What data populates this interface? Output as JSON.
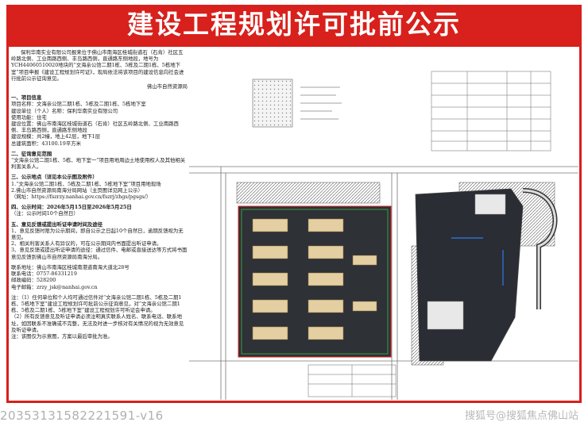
{
  "banner": {
    "title": "建设工程规划许可批前公示"
  },
  "notice": {
    "intro": "保利华南实业有限公司报来位于佛山市南海区桂城街道石（石肯）社区五岭路北侧、工业南路西侧、丰岛路西侧，直通路东侧地段，地号为YCH44060510020地块的“文海亲公馆二期1栋、5栋及二期1栋、5栋地下室”项目申报《建设工程规划许可证》，现局依法将该项目的建设信息向社会进行批前公示征询意见。",
    "issuer": "佛山市自然资源局",
    "sec1_title": "一、项目信息",
    "sec1_lines": [
      "项目名称：文海亲公馆二期1栋、5栋及二期1栋、5栋地下室",
      "建设单位（个人）名称：保利华南实业有限公司",
      "使用功能：住宅",
      "建设位置：佛山市南海区桂城街道石（石肯）社区五岭路北侧、工业南路西侧、丰岛路西侧，直通路东侧地段",
      "建设规模：共2幢，地上42层，地下1层",
      "总建筑面积：43100.19平方米"
    ],
    "sec2_title": "二、征询意见范围",
    "sec2_body": "“文海亲公馆二期1栋、5栋、地下室一”项目用地周边土地使用权人及其他相关利害关系人。",
    "sec3_title": "三、公示地点（详见本公示图及附件）",
    "sec3_lines": [
      "1.“文海亲公馆二期1栋、5栋及二期1栋、5栋地下室”项目用地现场",
      "2.佛山市自然资源局南海分局网站（主页图详见网上公示）",
      "（网址：https://fszrzy.nanhai.gov.cn/fszrj/zhgs/pgsgs/）"
    ],
    "sec4_line": "四、公示时间：2026年5月15日至2026年5月25日",
    "sec4_note": "（注：公示时间10个自然日）",
    "sec5_title": "五、意见反馈或提出听证申请时间及途径",
    "sec5_lines": [
      "1、意见反馈时限为公示期间，即自公示之日起10个自然日，逾期反馈视为无意见。",
      "2、相关利害关系人有异议的，可在公示期间内书面提出听证申请。",
      "3、意见反馈或提出听证申请的途径：通过信件、电邮或直接送达等方式将书面意见反馈到佛山市自然资源局南海分局。"
    ],
    "contact_lines": [
      "联系地址：佛山市南海区桂城南港道南海大道北28号",
      "联系电话：0757-86331219",
      "邮政编码：528200",
      "电子邮箱：zrzy_jsk@nanhai.gov.cn"
    ],
    "footnotes": [
      "注：（1）任何单位和个人均可通过信件对“文海亲公馆二期1栋、5栋及二期1栋、5栋地下室”建设工程规划许可批前公示征询意见，对“文海亲公馆二期1栋、5栋及二期1栋、5栋地下室”建设工程规划许可听证会申请。",
      "（2）所有反馈意见及听证申请必须注明真实联系人姓名、联系电话、联系地址，如因联系不准确或不完整，无法及时进一步核对有关情况的视为无效意见及听证申请。",
      "注：该图仅为示意图，方案以最后审批为准。"
    ]
  },
  "watermark": {
    "id_text": "2035313158222159​1-v16",
    "site_text": "搜狐号@搜狐焦点佛山站"
  },
  "colors": {
    "banner": "#d8201c",
    "frame": "#d8201c",
    "plan_dark": "#2a2d33"
  }
}
